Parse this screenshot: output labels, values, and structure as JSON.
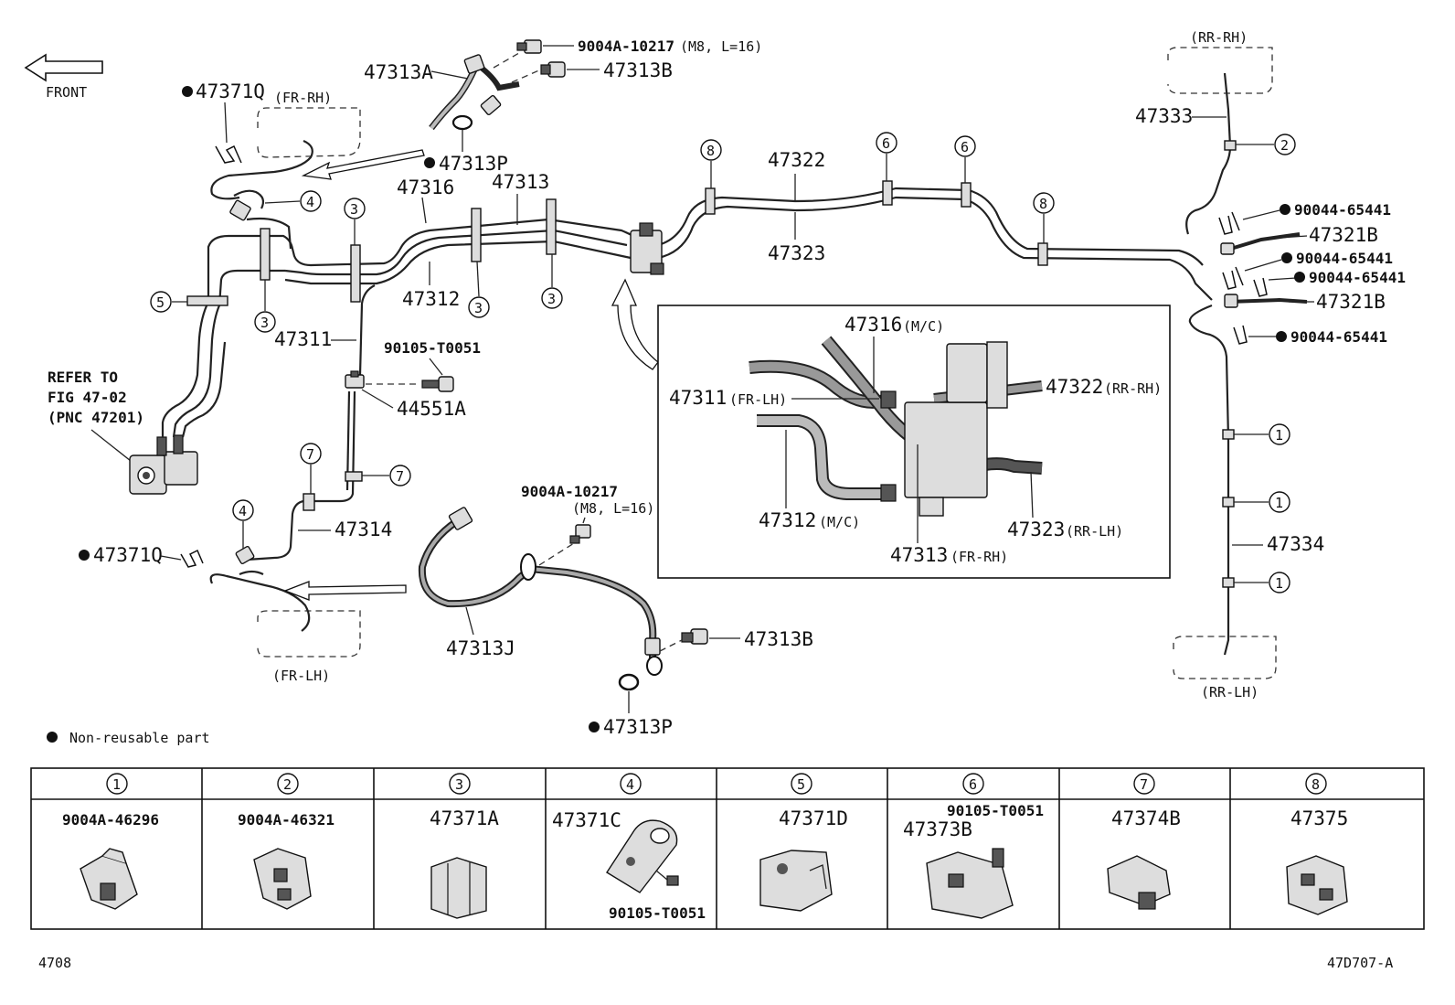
{
  "front_label": "FRONT",
  "refer": {
    "line1": "REFER TO",
    "line2": "FIG 47-02",
    "line3": "(PNC 47201)"
  },
  "location_labels": {
    "fr_rh": "(FR-RH)",
    "fr_lh": "(FR-LH)",
    "rr_rh": "(RR-RH)",
    "rr_lh": "(RR-LH)"
  },
  "parts": {
    "p47371Q_top": "47371Q",
    "p47371Q_bottom": "47371Q",
    "p47313A": "47313A",
    "p9004A_top": "9004A-10217",
    "p9004A_top_spec": "(M8, L=16)",
    "p47313B_top": "47313B",
    "p47313P_top": "47313P",
    "p47316": "47316",
    "p47313": "47313",
    "p47312": "47312",
    "p47311": "47311",
    "p90105": "90105-T0051",
    "p44551A": "44551A",
    "p47314": "47314",
    "p47322": "47322",
    "p47323": "47323",
    "p9004A_mid": "9004A-10217",
    "p9004A_mid_spec": "(M8, L=16)",
    "p47313J": "47313J",
    "p47313B_bottom": "47313B",
    "p47313P_bottom": "47313P",
    "p47333": "47333",
    "p90044_1": "90044-65441",
    "p47321B_1": "47321B",
    "p90044_2": "90044-65441",
    "p90044_3": "90044-65441",
    "p47321B_2": "47321B",
    "p90044_4": "90044-65441",
    "p47334": "47334"
  },
  "inset": {
    "l47316": "47316",
    "l47316_note": "(M/C)",
    "l47311": "47311",
    "l47311_note": "(FR-LH)",
    "l47322": "47322",
    "l47322_note": "(RR-RH)",
    "l47312": "47312",
    "l47312_note": "(M/C)",
    "l47313": "47313",
    "l47313_note": "(FR-RH)",
    "l47323": "47323",
    "l47323_note": "(RR-LH)"
  },
  "callouts": [
    "1",
    "2",
    "3",
    "4",
    "5",
    "6",
    "7",
    "8"
  ],
  "legend_text": "Non-reusable part",
  "clip_table": [
    {
      "num": "1",
      "parts": [
        "9004A-46296"
      ]
    },
    {
      "num": "2",
      "parts": [
        "9004A-46321"
      ]
    },
    {
      "num": "3",
      "parts": [
        "47371A"
      ]
    },
    {
      "num": "4",
      "parts": [
        "47371C",
        "90105-T0051"
      ]
    },
    {
      "num": "5",
      "parts": [
        "47371D"
      ]
    },
    {
      "num": "6",
      "parts": [
        "90105-T0051",
        "47373B"
      ]
    },
    {
      "num": "7",
      "parts": [
        "47374B"
      ]
    },
    {
      "num": "8",
      "parts": [
        "47375"
      ]
    }
  ],
  "footer_left": "4708",
  "footer_right": "47D707-A"
}
